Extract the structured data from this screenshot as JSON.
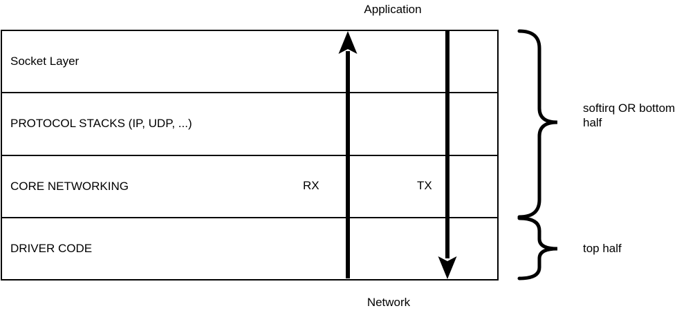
{
  "diagram": {
    "top_label": "Application",
    "bottom_label": "Network",
    "layers": [
      {
        "label": "Socket Layer"
      },
      {
        "label": "PROTOCOL STACKS (IP, UDP, ...)"
      },
      {
        "label": "CORE NETWORKING",
        "rx_label": "RX",
        "tx_label": "TX"
      },
      {
        "label": "DRIVER CODE"
      }
    ],
    "arrows": [
      {
        "name": "rx-arrow",
        "direction": "up"
      },
      {
        "name": "tx-arrow",
        "direction": "down"
      }
    ],
    "braces": [
      {
        "label": "softirq OR bottom half"
      },
      {
        "label": "top half"
      }
    ],
    "colors": {
      "stroke": "#000000",
      "background": "#ffffff",
      "text": "#000000"
    }
  }
}
